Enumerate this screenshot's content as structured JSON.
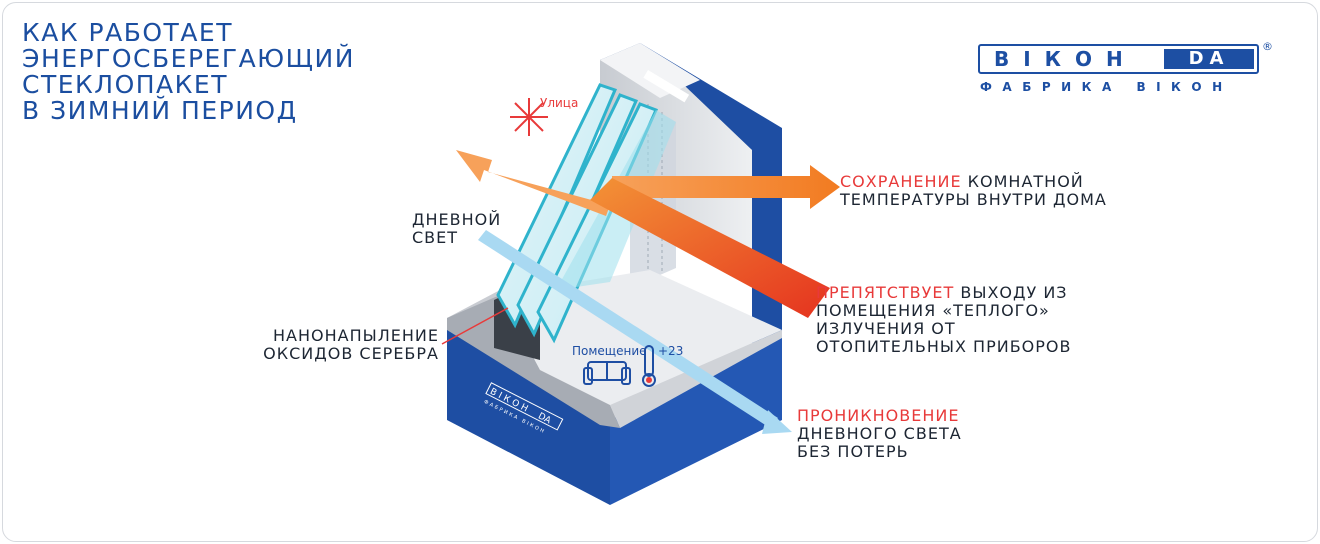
{
  "title": {
    "lines": [
      "КАК РАБОТАЕТ",
      "ЭНЕРГОСБЕРЕГАЮЩИЙ",
      "СТЕКЛОПАКЕТ",
      "В ЗИМНИЙ ПЕРИОД"
    ]
  },
  "logo": {
    "left": "ВІКОН",
    "right": "DA",
    "reg": "®",
    "subtitle": "ФАБРИКА ВІКОН",
    "window_brand_left": "ВІКОН",
    "window_brand_right": "DA",
    "window_brand_sub": "ФАБРИКА ВІКОН"
  },
  "labels": {
    "outside": "Улица",
    "room": "Помещение",
    "temperature": "+23"
  },
  "captions": {
    "daylight": [
      "ДНЕВНОЙ",
      "СВЕТ"
    ],
    "coating": [
      "НАНОНАПЫЛЕНИЕ",
      "ОКСИДОВ СЕРЕБРА"
    ],
    "keep_temp": {
      "highlight": "СОХРАНЕНИЕ",
      "line1_rest": " КОМНАТНОЙ",
      "line2": "ТЕМПЕРАТУРЫ ВНУТРИ ДОМА"
    },
    "block_heat": {
      "highlight": "ПРЕПЯТСТВУЕТ",
      "line1_rest": " ВЫХОДУ ИЗ",
      "line2": "ПОМЕЩЕНИЯ «ТЕПЛОГО»",
      "line3": "ИЗЛУЧЕНИЯ ОТ",
      "line4": "ОТОПИТЕЛЬНЫХ ПРИБОРОВ"
    },
    "light_pass": {
      "highlight": "ПРОНИКНОВЕНИЕ",
      "line2": "ДНЕВНОГО СВЕТА",
      "line3": "БЕЗ ПОТЕРЬ"
    }
  },
  "colors": {
    "brand_blue": "#1d4fa3",
    "highlight_red": "#e83a3a",
    "text_dark": "#1d2633",
    "arrow_orange": "#f5822a",
    "arrow_red": "#e8462a",
    "light_ray": "#a9d9f2",
    "glass": "#37b7d1",
    "house_blue": "#1e4ea3"
  },
  "icons": [
    "snowflake-icon",
    "sofa-icon",
    "thermometer-icon"
  ]
}
